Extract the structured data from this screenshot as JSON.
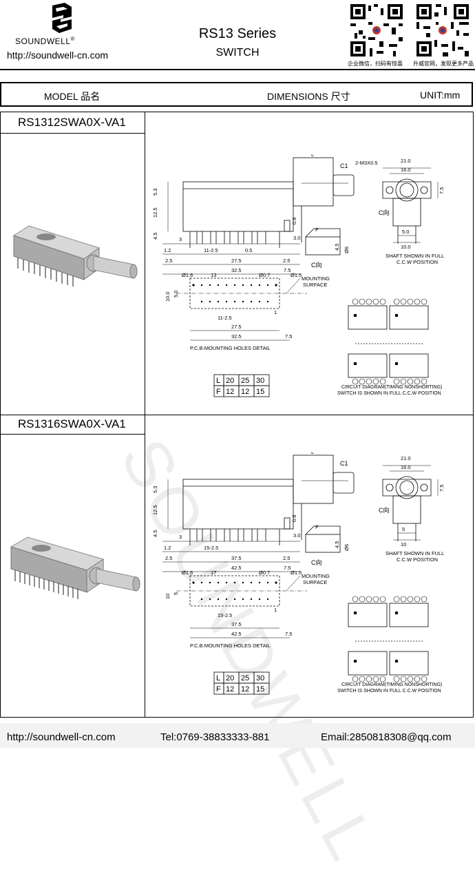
{
  "header": {
    "brand": "SOUNDWELL",
    "reg": "®",
    "url": "http://soundwell-cn.com",
    "series": "RS13 Series",
    "type": "SWITCH",
    "qr1_caption": "企业微信，扫码有惊喜",
    "qr2_caption": "升威官网，发现更多产品"
  },
  "band": {
    "model_label": "MODEL 品名",
    "dimensions_label": "DIMENSIONS 尺寸",
    "unit_label": "UNIT:mm"
  },
  "products": [
    {
      "model": "RS1312SWA0X-VA1",
      "dims": {
        "v53": "5.3",
        "v125": "12.5",
        "v45": "4.5",
        "v3": "3",
        "v12": "1.2",
        "v25a": "2.5",
        "pitch": "11-2.5",
        "v05": "0.5",
        "v30": "3.0",
        "v275": "27.5",
        "v25b": "2.5",
        "v325": "32.5",
        "v75": "7.5",
        "L": "L",
        "C1": "C1",
        "v06": "0.6",
        "F": "F",
        "v45b": "4.5",
        "v6": "Ø6",
        "m3": "2-M3X0.5",
        "v210": "21.0",
        "v160": "16.0",
        "v75c": "7.5",
        "cdir": "C向",
        "v50": "5.0",
        "v100": "10.0",
        "shaft1": "SHAFT SHOWN IN FULL",
        "shaft2": "C.C.W POSITION",
        "h16": "Ø1.6",
        "h07": "Ø0.7",
        "h15": "Ø1.5",
        "n13": "13",
        "n1": "1",
        "v100b": "10.0",
        "v50b": "5.0",
        "pitch2": "11-2.5",
        "v275b": "27.5",
        "v325b": "32.5",
        "v75b": "7.5",
        "mount1": "MOUNTING",
        "mount2": "SURFACE",
        "pcb": "P.C.B.MOUNTING HOLES DETAIL",
        "cdir2": "C向",
        "circuit1": "CIRCUIT DIAGRAM(TIMING NONSHORTING)",
        "circuit2": "SWITCH IS SHOWN IN FULL C.C.W POSITION"
      },
      "lf_table": [
        [
          "L",
          "20",
          "25",
          "30"
        ],
        [
          "F",
          "12",
          "12",
          "15"
        ]
      ]
    },
    {
      "model": "RS1316SWA0X-VA1",
      "dims": {
        "v53": "5.3",
        "v125": "12.5",
        "v45": "4.5",
        "v3": "3",
        "v12": "1.2",
        "v25a": "2.5",
        "pitch": "15-2.5",
        "v05": "",
        "v30": "3.0",
        "v275": "37.5",
        "v25b": "2.5",
        "v325": "42.5",
        "v75": "7.5",
        "L": "L",
        "C1": "C1",
        "v06": "0.6",
        "F": "F",
        "v45b": "4.5",
        "v6": "Ø6",
        "m3": "",
        "v210": "21.0",
        "v160": "16.0",
        "v75c": "7.5",
        "cdir": "C向",
        "v50": "5",
        "v100": "10",
        "shaft1": "SHAFT SHOWN IN FULL",
        "shaft2": "C.C.W POSITION",
        "h16": "Ø1.6",
        "h07": "Ø0.7",
        "h15": "Ø1.5",
        "n13": "17",
        "n1": "1",
        "v100b": "10",
        "v50b": "5",
        "pitch2": "15-2.5",
        "v275b": "37.5",
        "v325b": "42.5",
        "v75b": "7.5",
        "mount1": "MOUNTING",
        "mount2": "SURFACE",
        "pcb": "P.C.B.MOUNTING HOLES DETAIL",
        "cdir2": "C向",
        "circuit1": "CIRCUIT DIAGRAM(TIMING NONSHORTING)",
        "circuit2": "SWITCH IS SHOWN IN FULL C.C.W POSITION"
      },
      "lf_table": [
        [
          "L",
          "20",
          "25",
          "30"
        ],
        [
          "F",
          "12",
          "12",
          "15"
        ]
      ]
    }
  ],
  "watermark": "SOUNDWELL",
  "footer": {
    "url": "http://soundwell-cn.com",
    "tel": "Tel:0769-38833333-881",
    "email": "Email:2850818308@qq.com"
  }
}
